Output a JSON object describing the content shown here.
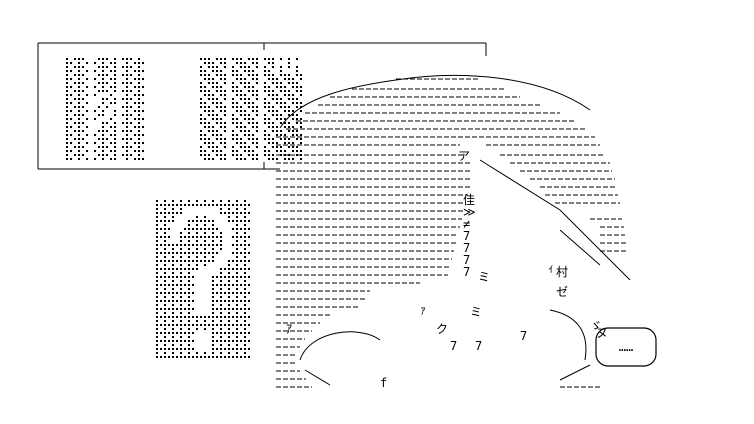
{
  "art": {
    "title_box_text": "",
    "speech_bubble_text": "……",
    "glyph_fragments": [
      "ミ",
      "ｨ",
      "村",
      "ゼ",
      "ミ",
      "ｧ",
      "ｱ",
      "ゞ",
      "ヌ",
      "ク",
      "ア",
      "f",
      "佳",
      "≫",
      "≠",
      "7",
      "7",
      "7",
      "7",
      "7",
      "7",
      "7"
    ],
    "left_glyph_box": "",
    "right_glyph_box": "",
    "question_glyph": ""
  },
  "colors": {
    "ink": "#000000",
    "paper": "#ffffff"
  }
}
